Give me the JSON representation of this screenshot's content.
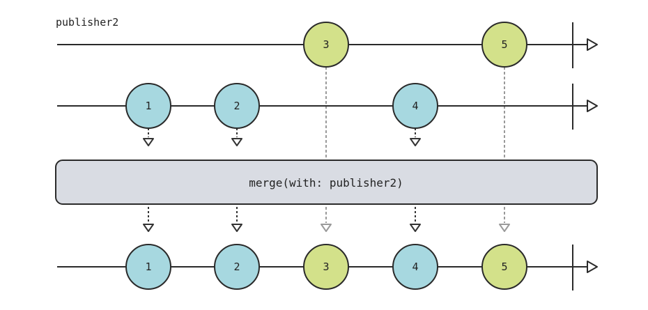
{
  "publisher2_label": "publisher2",
  "operator_label": "merge(with: publisher2)",
  "colors": {
    "publisher1_marble": "#a7d8e0",
    "publisher2_marble": "#d3e18a",
    "operator_box": "#d9dce3",
    "line": "#2a2a2a",
    "dashed_dark": "#333333",
    "dashed_light": "#9a9a9a"
  },
  "timelines": {
    "publisher2": [
      {
        "label": "3",
        "color": "publisher2"
      },
      {
        "label": "5",
        "color": "publisher2"
      }
    ],
    "publisher1": [
      {
        "label": "1",
        "color": "publisher1"
      },
      {
        "label": "2",
        "color": "publisher1"
      },
      {
        "label": "4",
        "color": "publisher1"
      }
    ],
    "output": [
      {
        "label": "1",
        "color": "publisher1"
      },
      {
        "label": "2",
        "color": "publisher1"
      },
      {
        "label": "3",
        "color": "publisher2"
      },
      {
        "label": "4",
        "color": "publisher1"
      },
      {
        "label": "5",
        "color": "publisher2"
      }
    ]
  }
}
